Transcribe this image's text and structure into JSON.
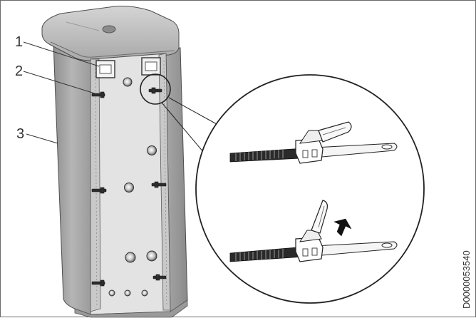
{
  "callouts": {
    "c1": "1",
    "c2": "2",
    "c3": "3"
  },
  "document_code": "D0000053540"
}
